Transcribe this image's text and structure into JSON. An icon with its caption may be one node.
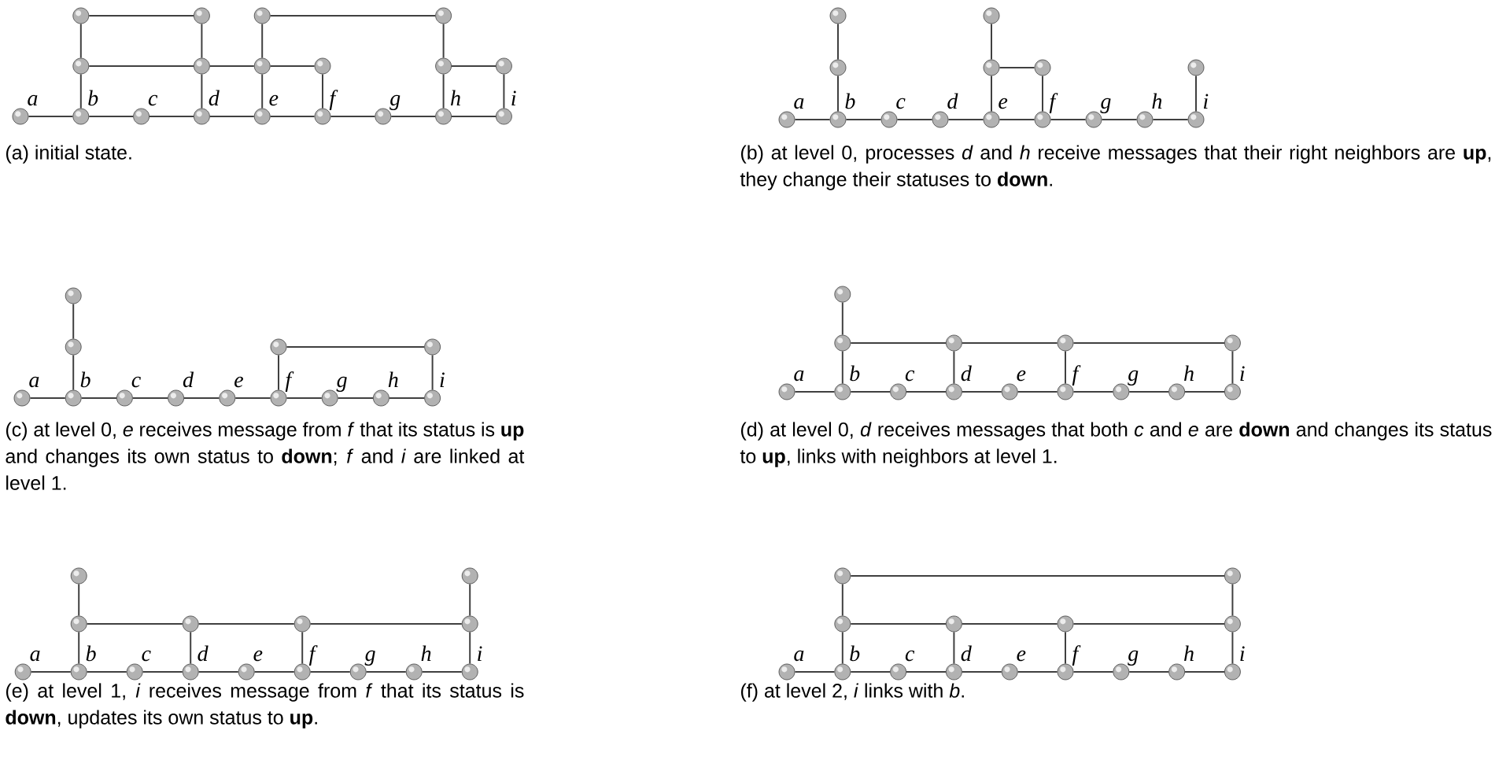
{
  "diagram": {
    "nodes": [
      {
        "text": [],
        "shape": "circle",
        "beside": [
          "a"
        ]
      },
      {
        "text": [],
        "shape": "circle",
        "beside": [
          "b"
        ]
      },
      {
        "text": [],
        "shape": "circle",
        "beside": [
          "c"
        ]
      },
      {
        "text": [],
        "shape": "circle",
        "beside": [
          "d"
        ]
      },
      {
        "text": [],
        "shape": "circle",
        "beside": [
          "e"
        ]
      },
      {
        "text": [],
        "shape": "circle",
        "beside": [
          "f"
        ]
      },
      {
        "text": [],
        "shape": "circle",
        "beside": [
          "g"
        ]
      },
      {
        "text": [],
        "shape": "circle",
        "beside": [
          "h"
        ]
      },
      {
        "text": [],
        "shape": "circle",
        "beside": [
          "i"
        ]
      },
      {
        "text": [],
        "shape": "circle"
      },
      {
        "text": [],
        "shape": "circle"
      },
      {
        "text": [],
        "shape": "circle"
      },
      {
        "text": [],
        "shape": "circle"
      },
      {
        "text": [],
        "shape": "circle"
      },
      {
        "text": [],
        "shape": "circle"
      },
      {
        "text": [],
        "shape": "circle"
      },
      {
        "text": [],
        "shape": "circle"
      },
      {
        "text": [],
        "shape": "circle"
      },
      {
        "text": [],
        "shape": "circle"
      },
      {
        "text": [],
        "shape": "circle",
        "beside": [
          "a"
        ]
      },
      {
        "text": [],
        "shape": "circle",
        "beside": [
          "b"
        ]
      },
      {
        "text": [],
        "shape": "circle",
        "beside": [
          "c"
        ]
      },
      {
        "text": [],
        "shape": "circle",
        "beside": [
          "d"
        ]
      },
      {
        "text": [],
        "shape": "circle",
        "beside": [
          "e"
        ]
      },
      {
        "text": [],
        "shape": "circle",
        "beside": [
          "f"
        ]
      },
      {
        "text": [],
        "shape": "circle",
        "beside": [
          "g"
        ]
      },
      {
        "text": [],
        "shape": "circle",
        "beside": [
          "h"
        ]
      },
      {
        "text": [],
        "shape": "circle",
        "beside": [
          "i"
        ]
      },
      {
        "text": [],
        "shape": "circle"
      },
      {
        "text": [],
        "shape": "circle"
      },
      {
        "text": [],
        "shape": "circle"
      },
      {
        "text": [],
        "shape": "circle"
      },
      {
        "text": [],
        "shape": "circle"
      },
      {
        "text": [],
        "shape": "circle"
      },
      {
        "text": [],
        "shape": "circle",
        "beside": [
          "a"
        ]
      },
      {
        "text": [],
        "shape": "circle",
        "beside": [
          "b"
        ]
      },
      {
        "text": [],
        "shape": "circle",
        "beside": [
          "c"
        ]
      },
      {
        "text": [],
        "shape": "circle",
        "beside": [
          "d"
        ]
      },
      {
        "text": [],
        "shape": "circle",
        "beside": [
          "e"
        ]
      },
      {
        "text": [],
        "shape": "circle",
        "beside": [
          "f"
        ]
      },
      {
        "text": [],
        "shape": "circle",
        "beside": [
          "g"
        ]
      },
      {
        "text": [],
        "shape": "circle",
        "beside": [
          "h"
        ]
      },
      {
        "text": [],
        "shape": "circle",
        "beside": [
          "i"
        ]
      },
      {
        "text": [],
        "shape": "circle"
      },
      {
        "text": [],
        "shape": "circle"
      },
      {
        "text": [],
        "shape": "circle"
      },
      {
        "text": [],
        "shape": "circle"
      },
      {
        "text": [],
        "shape": "circle",
        "beside": [
          "a"
        ]
      },
      {
        "text": [],
        "shape": "circle",
        "beside": [
          "b"
        ]
      },
      {
        "text": [],
        "shape": "circle",
        "beside": [
          "c"
        ]
      },
      {
        "text": [],
        "shape": "circle",
        "beside": [
          "d"
        ]
      },
      {
        "text": [],
        "shape": "circle",
        "beside": [
          "e"
        ]
      },
      {
        "text": [],
        "shape": "circle",
        "beside": [
          "f"
        ]
      },
      {
        "text": [],
        "shape": "circle",
        "beside": [
          "g"
        ]
      },
      {
        "text": [],
        "shape": "circle",
        "beside": [
          "h"
        ]
      },
      {
        "text": [],
        "shape": "circle",
        "beside": [
          "i"
        ]
      },
      {
        "text": [],
        "shape": "circle"
      },
      {
        "text": [],
        "shape": "circle"
      },
      {
        "text": [],
        "shape": "circle"
      },
      {
        "text": [],
        "shape": "circle"
      },
      {
        "text": [],
        "shape": "circle"
      },
      {
        "text": [],
        "shape": "circle",
        "beside": [
          "a"
        ]
      },
      {
        "text": [],
        "shape": "circle",
        "beside": [
          "b"
        ]
      },
      {
        "text": [],
        "shape": "circle",
        "beside": [
          "c"
        ]
      },
      {
        "text": [],
        "shape": "circle",
        "beside": [
          "d"
        ]
      },
      {
        "text": [],
        "shape": "circle",
        "beside": [
          "e"
        ]
      },
      {
        "text": [],
        "shape": "circle",
        "beside": [
          "f"
        ]
      },
      {
        "text": [],
        "shape": "circle",
        "beside": [
          "g"
        ]
      },
      {
        "text": [],
        "shape": "circle",
        "beside": [
          "h"
        ]
      },
      {
        "text": [],
        "shape": "circle",
        "beside": [
          "i"
        ]
      },
      {
        "text": [],
        "shape": "circle"
      },
      {
        "text": [],
        "shape": "circle"
      },
      {
        "text": [],
        "shape": "circle"
      },
      {
        "text": [],
        "shape": "circle"
      },
      {
        "text": [],
        "shape": "circle"
      },
      {
        "text": [],
        "shape": "circle"
      },
      {
        "text": [],
        "shape": "circle",
        "beside": [
          "a"
        ]
      },
      {
        "text": [],
        "shape": "circle",
        "beside": [
          "b"
        ]
      },
      {
        "text": [],
        "shape": "circle",
        "beside": [
          "c"
        ]
      },
      {
        "text": [],
        "shape": "circle",
        "beside": [
          "d"
        ]
      },
      {
        "text": [],
        "shape": "circle",
        "beside": [
          "e"
        ]
      },
      {
        "text": [],
        "shape": "circle",
        "beside": [
          "f"
        ]
      },
      {
        "text": [],
        "shape": "circle",
        "beside": [
          "g"
        ]
      },
      {
        "text": [],
        "shape": "circle",
        "beside": [
          "h"
        ]
      },
      {
        "text": [],
        "shape": "circle",
        "beside": [
          "i"
        ]
      },
      {
        "text": [],
        "shape": "circle"
      },
      {
        "text": [],
        "shape": "circle"
      },
      {
        "text": [],
        "shape": "circle"
      },
      {
        "text": [],
        "shape": "circle"
      },
      {
        "text": [],
        "shape": "circle"
      },
      {
        "text": [],
        "shape": "circle"
      }
    ],
    "edges": [
      {
        "from": 0,
        "to": 1,
        "arrow": "none"
      },
      {
        "from": 1,
        "to": 2,
        "arrow": "none"
      },
      {
        "from": 2,
        "to": 3,
        "arrow": "none"
      },
      {
        "from": 3,
        "to": 4,
        "arrow": "none"
      },
      {
        "from": 4,
        "to": 5,
        "arrow": "none"
      },
      {
        "from": 5,
        "to": 6,
        "arrow": "none"
      },
      {
        "from": 6,
        "to": 7,
        "arrow": "none"
      },
      {
        "from": 7,
        "to": 8,
        "arrow": "none"
      },
      {
        "from": 1,
        "to": 9,
        "arrow": "none"
      },
      {
        "from": 9,
        "to": 15,
        "arrow": "none"
      },
      {
        "from": 3,
        "to": 10,
        "arrow": "none"
      },
      {
        "from": 10,
        "to": 16,
        "arrow": "none"
      },
      {
        "from": 4,
        "to": 11,
        "arrow": "none"
      },
      {
        "from": 11,
        "to": 17,
        "arrow": "none"
      },
      {
        "from": 5,
        "to": 12,
        "arrow": "none"
      },
      {
        "from": 7,
        "to": 13,
        "arrow": "none"
      },
      {
        "from": 13,
        "to": 18,
        "arrow": "none"
      },
      {
        "from": 8,
        "to": 14,
        "arrow": "none"
      },
      {
        "from": 9,
        "to": 10,
        "arrow": "none"
      },
      {
        "from": 10,
        "to": 11,
        "arrow": "none"
      },
      {
        "from": 11,
        "to": 12,
        "arrow": "none"
      },
      {
        "from": 13,
        "to": 14,
        "arrow": "none"
      },
      {
        "from": 15,
        "to": 16,
        "arrow": "none"
      },
      {
        "from": 17,
        "to": 18,
        "arrow": "none"
      },
      {
        "from": 19,
        "to": 20,
        "arrow": "none"
      },
      {
        "from": 20,
        "to": 21,
        "arrow": "none"
      },
      {
        "from": 21,
        "to": 22,
        "arrow": "none"
      },
      {
        "from": 22,
        "to": 23,
        "arrow": "none"
      },
      {
        "from": 23,
        "to": 24,
        "arrow": "none"
      },
      {
        "from": 24,
        "to": 25,
        "arrow": "none"
      },
      {
        "from": 25,
        "to": 26,
        "arrow": "none"
      },
      {
        "from": 26,
        "to": 27,
        "arrow": "none"
      },
      {
        "from": 20,
        "to": 28,
        "arrow": "none"
      },
      {
        "from": 28,
        "to": 32,
        "arrow": "none"
      },
      {
        "from": 23,
        "to": 29,
        "arrow": "none"
      },
      {
        "from": 29,
        "to": 33,
        "arrow": "none"
      },
      {
        "from": 24,
        "to": 30,
        "arrow": "none"
      },
      {
        "from": 27,
        "to": 31,
        "arrow": "none"
      },
      {
        "from": 29,
        "to": 30,
        "arrow": "none"
      },
      {
        "from": 34,
        "to": 35,
        "arrow": "none"
      },
      {
        "from": 35,
        "to": 36,
        "arrow": "none"
      },
      {
        "from": 36,
        "to": 37,
        "arrow": "none"
      },
      {
        "from": 37,
        "to": 38,
        "arrow": "none"
      },
      {
        "from": 38,
        "to": 39,
        "arrow": "none"
      },
      {
        "from": 39,
        "to": 40,
        "arrow": "none"
      },
      {
        "from": 40,
        "to": 41,
        "arrow": "none"
      },
      {
        "from": 41,
        "to": 42,
        "arrow": "none"
      },
      {
        "from": 35,
        "to": 43,
        "arrow": "none"
      },
      {
        "from": 43,
        "to": 46,
        "arrow": "none"
      },
      {
        "from": 39,
        "to": 44,
        "arrow": "none"
      },
      {
        "from": 42,
        "to": 45,
        "arrow": "none"
      },
      {
        "from": 44,
        "to": 45,
        "arrow": "none"
      },
      {
        "from": 47,
        "to": 48,
        "arrow": "none"
      },
      {
        "from": 48,
        "to": 49,
        "arrow": "none"
      },
      {
        "from": 49,
        "to": 50,
        "arrow": "none"
      },
      {
        "from": 50,
        "to": 51,
        "arrow": "none"
      },
      {
        "from": 51,
        "to": 52,
        "arrow": "none"
      },
      {
        "from": 52,
        "to": 53,
        "arrow": "none"
      },
      {
        "from": 53,
        "to": 54,
        "arrow": "none"
      },
      {
        "from": 54,
        "to": 55,
        "arrow": "none"
      },
      {
        "from": 48,
        "to": 56,
        "arrow": "none"
      },
      {
        "from": 56,
        "to": 60,
        "arrow": "none"
      },
      {
        "from": 50,
        "to": 57,
        "arrow": "none"
      },
      {
        "from": 52,
        "to": 58,
        "arrow": "none"
      },
      {
        "from": 55,
        "to": 59,
        "arrow": "none"
      },
      {
        "from": 56,
        "to": 57,
        "arrow": "none"
      },
      {
        "from": 57,
        "to": 58,
        "arrow": "none"
      },
      {
        "from": 58,
        "to": 59,
        "arrow": "none"
      },
      {
        "from": 61,
        "to": 62,
        "arrow": "none"
      },
      {
        "from": 62,
        "to": 63,
        "arrow": "none"
      },
      {
        "from": 63,
        "to": 64,
        "arrow": "none"
      },
      {
        "from": 64,
        "to": 65,
        "arrow": "none"
      },
      {
        "from": 65,
        "to": 66,
        "arrow": "none"
      },
      {
        "from": 66,
        "to": 67,
        "arrow": "none"
      },
      {
        "from": 67,
        "to": 68,
        "arrow": "none"
      },
      {
        "from": 68,
        "to": 69,
        "arrow": "none"
      },
      {
        "from": 62,
        "to": 70,
        "arrow": "none"
      },
      {
        "from": 70,
        "to": 74,
        "arrow": "none"
      },
      {
        "from": 64,
        "to": 71,
        "arrow": "none"
      },
      {
        "from": 66,
        "to": 72,
        "arrow": "none"
      },
      {
        "from": 69,
        "to": 73,
        "arrow": "none"
      },
      {
        "from": 73,
        "to": 75,
        "arrow": "none"
      },
      {
        "from": 70,
        "to": 71,
        "arrow": "none"
      },
      {
        "from": 71,
        "to": 72,
        "arrow": "none"
      },
      {
        "from": 72,
        "to": 73,
        "arrow": "none"
      },
      {
        "from": 76,
        "to": 77,
        "arrow": "none"
      },
      {
        "from": 77,
        "to": 78,
        "arrow": "none"
      },
      {
        "from": 78,
        "to": 79,
        "arrow": "none"
      },
      {
        "from": 79,
        "to": 80,
        "arrow": "none"
      },
      {
        "from": 80,
        "to": 81,
        "arrow": "none"
      },
      {
        "from": 81,
        "to": 82,
        "arrow": "none"
      },
      {
        "from": 82,
        "to": 83,
        "arrow": "none"
      },
      {
        "from": 83,
        "to": 84,
        "arrow": "none"
      },
      {
        "from": 77,
        "to": 85,
        "arrow": "none"
      },
      {
        "from": 85,
        "to": 89,
        "arrow": "none"
      },
      {
        "from": 79,
        "to": 86,
        "arrow": "none"
      },
      {
        "from": 81,
        "to": 87,
        "arrow": "none"
      },
      {
        "from": 84,
        "to": 88,
        "arrow": "none"
      },
      {
        "from": 88,
        "to": 90,
        "arrow": "none"
      },
      {
        "from": 85,
        "to": 86,
        "arrow": "none"
      },
      {
        "from": 86,
        "to": 87,
        "arrow": "none"
      },
      {
        "from": 87,
        "to": 88,
        "arrow": "none"
      },
      {
        "from": 89,
        "to": 90,
        "arrow": "none"
      }
    ],
    "labels": [
      "(a) initial state.",
      "(b) at level 0, processes *d* and *h* receive messages that their right neighbors are **up**, they change their statuses to **down**.",
      "(c) at level 0, *e* receives message from *f* that its status is **up** and changes its own status to **down**; *f* and *i* are linked at level 1.",
      "(d) at level 0, *d* receives messages that both *c* and *e* are **down** and changes its status to **up**, links with neighbors at level 1.",
      "(e) at level 1, *i* receives message from *f* that its status is **down**, updates its own status to **up**.",
      "(f) at level 2, *i* links with *b*."
    ]
  }
}
